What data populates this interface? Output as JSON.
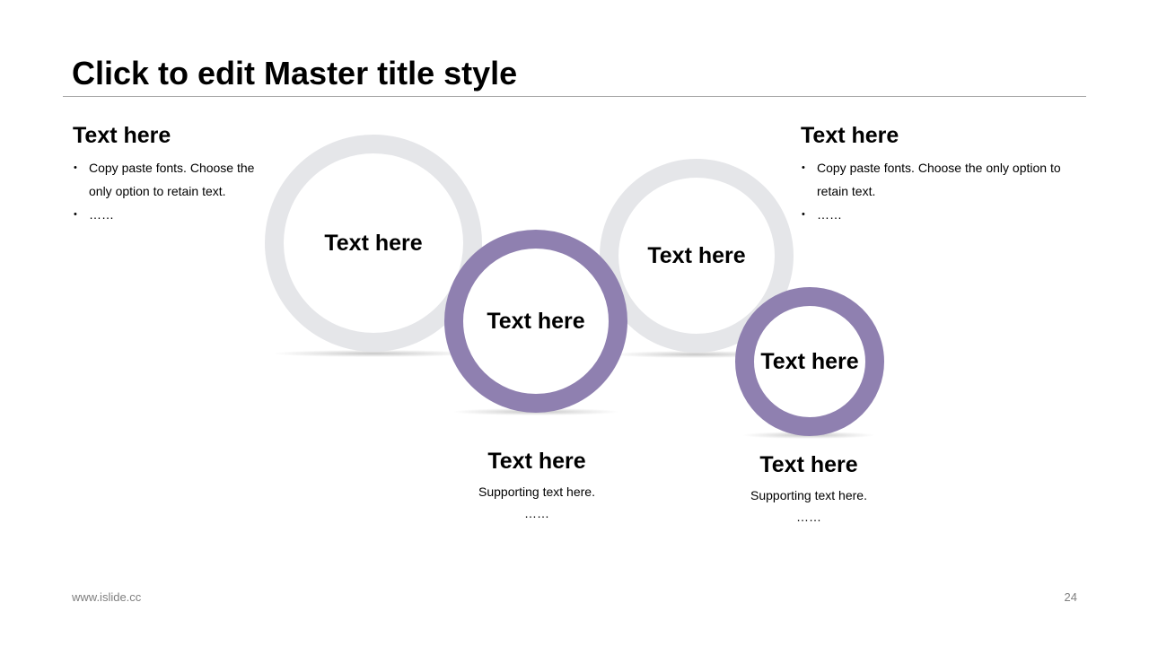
{
  "slide": {
    "title": "Click to edit Master title style",
    "footer_url": "www.islide.cc",
    "page_number": "24"
  },
  "left_block": {
    "heading": "Text here",
    "bullets": [
      "Copy paste fonts. Choose the only option to retain text.",
      "……"
    ]
  },
  "right_block": {
    "heading": "Text here",
    "bullets": [
      "Copy paste fonts. Choose the only option to retain text.",
      "……"
    ]
  },
  "circles": [
    {
      "label": "Text here",
      "color": "#e5e6e9"
    },
    {
      "label": "Text here",
      "color": "#8f80b0"
    },
    {
      "label": "Text here",
      "color": "#e5e6e9"
    },
    {
      "label": "Text here",
      "color": "#8f80b0"
    }
  ],
  "captions": [
    {
      "heading": "Text here",
      "support": "Supporting text here.",
      "dots": "……"
    },
    {
      "heading": "Text here",
      "support": "Supporting text here.",
      "dots": "……"
    }
  ]
}
